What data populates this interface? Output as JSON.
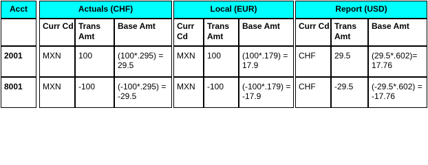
{
  "header": {
    "acct": "Acct",
    "groups": [
      "Actuals (CHF)",
      "Local (EUR)",
      "Report (USD)"
    ]
  },
  "subheaders": [
    "Curr Cd",
    "Trans Amt",
    "Base Amt",
    "Curr Cd",
    "Trans Amt",
    "Base Amt",
    "Curr Cd",
    "Trans Amt",
    "Base Amt"
  ],
  "rows": [
    {
      "acct": "2001",
      "cells": [
        "MXN",
        "100",
        "(100*.295) = 29.5",
        "MXN",
        "100",
        "(100*.179) = 17.9",
        "CHF",
        "29.5",
        "(29.5*.602)= 17.76"
      ]
    },
    {
      "acct": "8001",
      "cells": [
        "MXN",
        "-100",
        "(-100*.295) = -29.5",
        "MXN",
        "-100",
        "(-100*.179) = -17.9",
        "CHF",
        "-29.5",
        "(-29.5*.602) = -17.76"
      ]
    }
  ],
  "colors": {
    "header_bg": "#00FFFF",
    "border": "#000000"
  }
}
